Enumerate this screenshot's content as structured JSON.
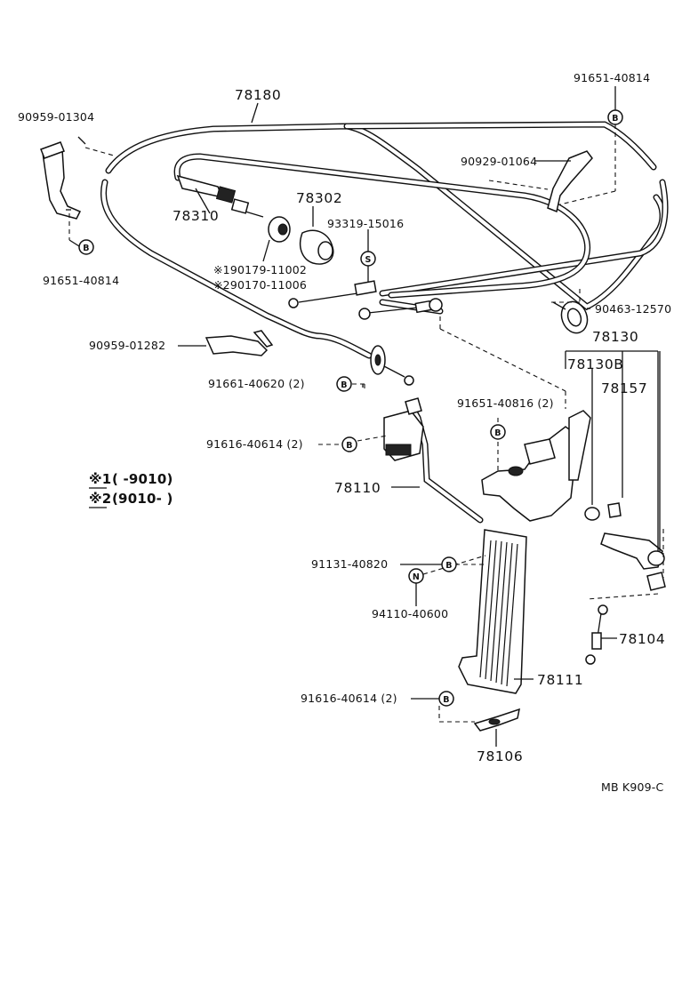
{
  "labels": {
    "p78180": "78180",
    "p90959_01304": "90959-01304",
    "p91651_40814_top": "91651-40814",
    "p90929_01064": "90929-01064",
    "p78302": "78302",
    "p78310": "78310",
    "p93319_15016": "93319-15016",
    "p190179": "※190179-11002",
    "p290170": "※290170-11006",
    "p91651_40814_left": "91651-40814",
    "p90463_12570": "90463-12570",
    "p90959_01282": "90959-01282",
    "p78130": "78130",
    "p78130B": "78130B",
    "p78157": "78157",
    "p91661_40620": "91661-40620 (2)",
    "p91651_40816": "91651-40816 (2)",
    "p91616_40614_mid": "91616-40614 (2)",
    "p78110": "78110",
    "p91131_40820": "91131-40820",
    "p94110_40600": "94110-40600",
    "p78104": "78104",
    "p78111": "78111",
    "p91616_40614_bot": "91616-40614 (2)",
    "p78106": "78106",
    "footer": "MB K909-C"
  },
  "notes": {
    "n1_mark": "※1",
    "n1_text": "(      -9010)",
    "n2_mark": "※2",
    "n2_text": "(9010-        )"
  },
  "markers": {
    "B": "B",
    "S": "S",
    "N": "N"
  }
}
